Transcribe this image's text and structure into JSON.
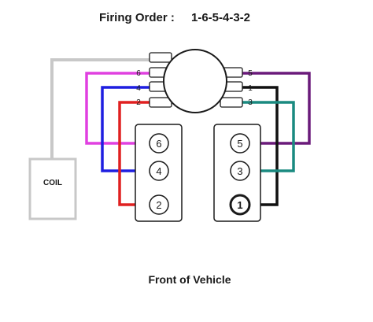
{
  "title": {
    "label": "Firing Order :",
    "value": "1-6-5-4-3-2"
  },
  "coil": {
    "label": "COIL"
  },
  "distributor": {
    "left_terminals": [
      "6",
      "4",
      "2"
    ],
    "right_terminals": [
      "5",
      "1",
      "3"
    ]
  },
  "banks": {
    "left": [
      "6",
      "4",
      "2"
    ],
    "right": [
      "5",
      "3",
      "1"
    ]
  },
  "footer": {
    "label": "Front of Vehicle"
  },
  "wire_colors": {
    "coil": "#c8c8c8",
    "cyl_6": "#e040e0",
    "cyl_4": "#1e1ee0",
    "cyl_2": "#e02020",
    "cyl_5": "#6a1a7a",
    "cyl_1": "#101010",
    "cyl_3": "#1a8a80"
  }
}
